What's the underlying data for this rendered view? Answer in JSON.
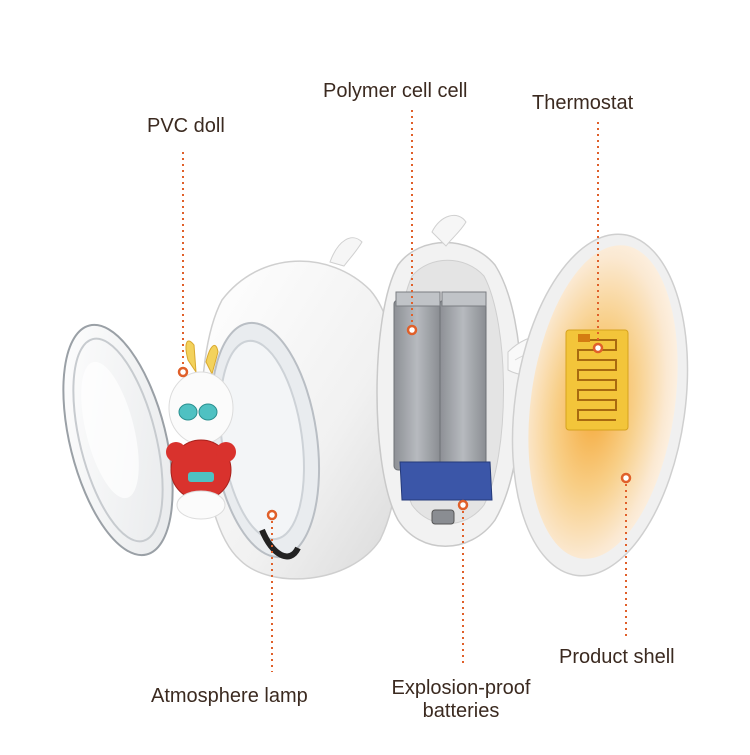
{
  "labels": {
    "pvc_doll": "PVC doll",
    "polymer_cell": "Polymer cell cell",
    "thermostat": "Thermostat",
    "atmosphere_lamp": "Atmosphere lamp",
    "explosion_proof_line1": "Explosion-proof",
    "explosion_proof_line2": "batteries",
    "product_shell": "Product shell"
  },
  "colors": {
    "leader_line": "#e0602a",
    "label_text": "#3b2a20",
    "shell_white": "#f4f4f4",
    "heater_glow": "#f7b046",
    "heater_pad": "#f3c53a",
    "battery_gray": "#9b9ea3",
    "pcb_blue": "#3b56a8"
  }
}
